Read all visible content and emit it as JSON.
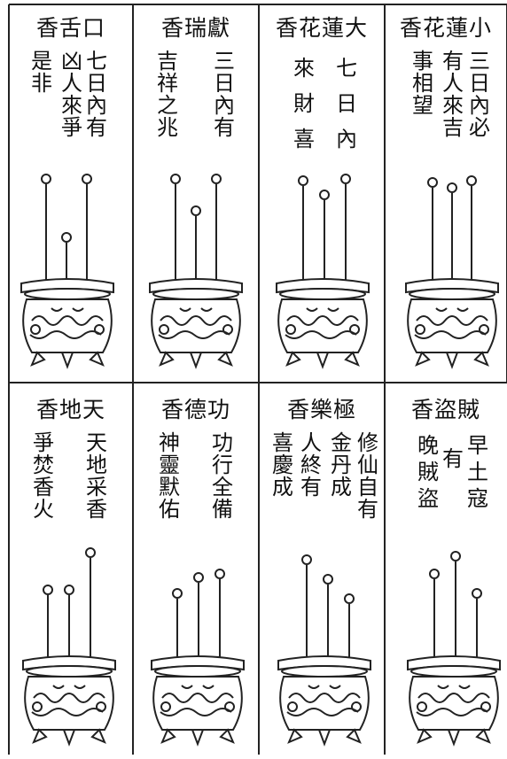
{
  "panels": [
    {
      "title": "香舌口",
      "columns": [
        "七日內有",
        "凶人來爭",
        "是非"
      ]
    },
    {
      "title": "香瑞獻",
      "columns": [
        "三日內有",
        "吉祥之兆"
      ]
    },
    {
      "title": "香花蓮大",
      "columns": [
        "七日內",
        "來財喜"
      ]
    },
    {
      "title": "香花蓮小",
      "columns": [
        "三日內必",
        "有人來吉",
        "事相望"
      ]
    },
    {
      "title": "香地天",
      "columns": [
        "天地采香",
        "爭焚香火"
      ]
    },
    {
      "title": "香德功",
      "columns": [
        "功行全備",
        "神靈默佑"
      ]
    },
    {
      "title": "香樂極",
      "columns": [
        "修仙自有",
        "金丹成",
        "人終有",
        "喜慶成"
      ]
    },
    {
      "title": "香盜賊",
      "columns": [
        "早土寇",
        "有",
        "晚賊盜"
      ]
    }
  ],
  "colors": {
    "ink": "#222222",
    "paper": "#ffffff"
  }
}
